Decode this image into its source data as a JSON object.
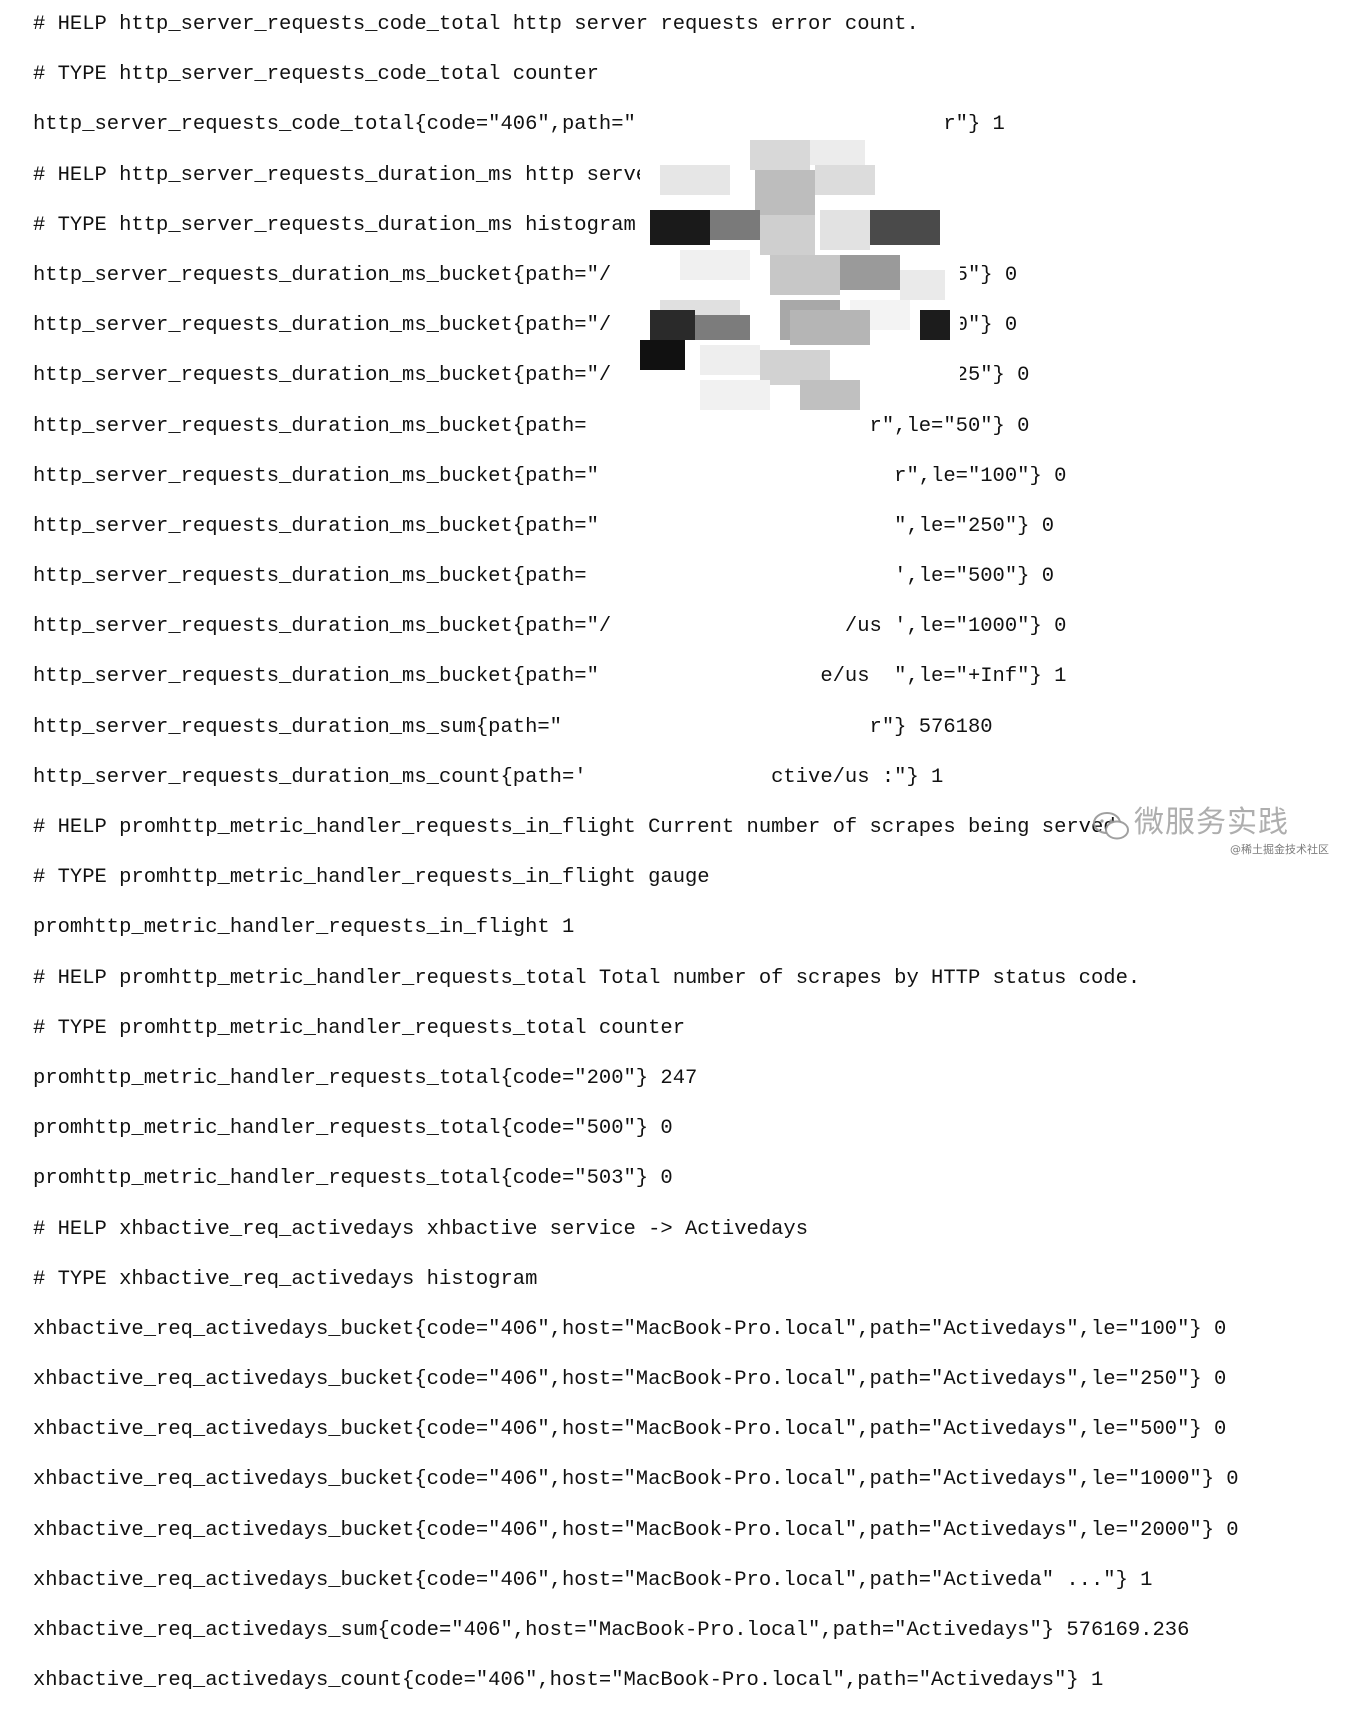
{
  "lines": [
    "# HELP http_server_requests_code_total http server requests error count.",
    "# TYPE http_server_requests_code_total counter",
    "http_server_requests_code_total{code=\"406\",path=\"                         r\"} 1",
    "# HELP http_server_requests_duration_ms http server requests duration(ms).",
    "# TYPE http_server_requests_duration_ms histogram",
    "http_server_requests_duration_ms_bucket{path=\"/                      \",le=\"5\"} 0",
    "http_server_requests_duration_ms_bucket{path=\"/                     \",le=\"10\"} 0",
    "http_server_requests_duration_ms_bucket{path=\"/                      \",le=\"25\"} 0",
    "http_server_requests_duration_ms_bucket{path=                       r\",le=\"50\"} 0",
    "http_server_requests_duration_ms_bucket{path=\"                        r\",le=\"100\"} 0",
    "http_server_requests_duration_ms_bucket{path=\"                        \",le=\"250\"} 0",
    "http_server_requests_duration_ms_bucket{path=                         ',le=\"500\"} 0",
    "http_server_requests_duration_ms_bucket{path=\"/                   /us ',le=\"1000\"} 0",
    "http_server_requests_duration_ms_bucket{path=\"                  e/us  \",le=\"+Inf\"} 1",
    "http_server_requests_duration_ms_sum{path=\"                         r\"} 576180",
    "http_server_requests_duration_ms_count{path='               ctive/us :\"} 1",
    "# HELP promhttp_metric_handler_requests_in_flight Current number of scrapes being served.",
    "# TYPE promhttp_metric_handler_requests_in_flight gauge",
    "promhttp_metric_handler_requests_in_flight 1",
    "# HELP promhttp_metric_handler_requests_total Total number of scrapes by HTTP status code.",
    "# TYPE promhttp_metric_handler_requests_total counter",
    "promhttp_metric_handler_requests_total{code=\"200\"} 247",
    "promhttp_metric_handler_requests_total{code=\"500\"} 0",
    "promhttp_metric_handler_requests_total{code=\"503\"} 0",
    "# HELP xhbactive_req_activedays xhbactive service -> Activedays",
    "# TYPE xhbactive_req_activedays histogram",
    "xhbactive_req_activedays_bucket{code=\"406\",host=\"MacBook-Pro.local\",path=\"Activedays\",le=\"100\"} 0",
    "xhbactive_req_activedays_bucket{code=\"406\",host=\"MacBook-Pro.local\",path=\"Activedays\",le=\"250\"} 0",
    "xhbactive_req_activedays_bucket{code=\"406\",host=\"MacBook-Pro.local\",path=\"Activedays\",le=\"500\"} 0",
    "xhbactive_req_activedays_bucket{code=\"406\",host=\"MacBook-Pro.local\",path=\"Activedays\",le=\"1000\"} 0",
    "xhbactive_req_activedays_bucket{code=\"406\",host=\"MacBook-Pro.local\",path=\"Activedays\",le=\"2000\"} 0",
    "xhbactive_req_activedays_bucket{code=\"406\",host=\"MacBook-Pro.local\",path=\"Activeda\" ...\"} 1",
    "xhbactive_req_activedays_sum{code=\"406\",host=\"MacBook-Pro.local\",path=\"Activedays\"} 576169.236",
    "xhbactive_req_activedays_count{code=\"406\",host=\"MacBook-Pro.local\",path=\"Activedays\"} 1"
  ],
  "watermark": {
    "icon": "wechat-icon",
    "title": "微服务实践",
    "subtitle": "@稀土掘金技术社区"
  },
  "colors": {
    "background": "#ffffff",
    "text": "#111111"
  }
}
